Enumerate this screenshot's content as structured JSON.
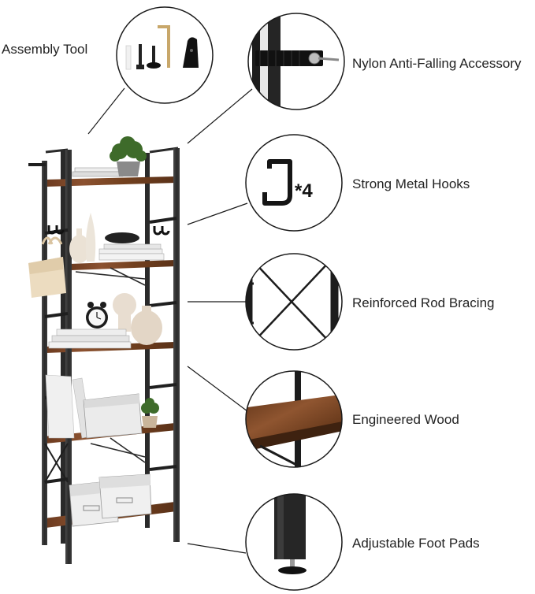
{
  "labels": {
    "assembly_tool": "Assembly Tool",
    "nylon": "Nylon Anti-Falling Accessory",
    "hooks": "Strong Metal Hooks",
    "rod": "Reinforced Rod Bracing",
    "wood": "Engineered Wood",
    "foot": "Adjustable Foot Pads"
  },
  "hook_count": "*4",
  "colors": {
    "frame": "#1f1f1f",
    "wood": "#7a4424",
    "wood_dark": "#55301a",
    "circle_border": "#1a1a1a",
    "text": "#222222"
  }
}
